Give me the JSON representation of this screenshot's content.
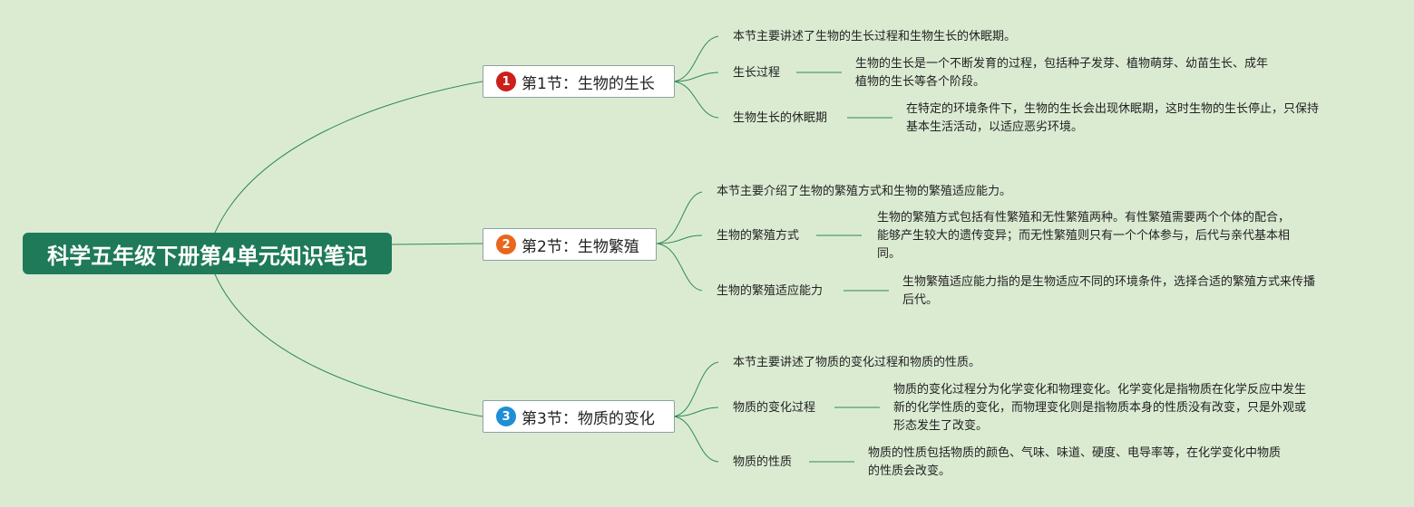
{
  "root": {
    "title": "科学五年级下册第4单元知识笔记"
  },
  "sections": [
    {
      "number": "1",
      "badge_color": "#cc1f1a",
      "title": "第1节：生物的生长",
      "summary": "本节主要讲述了生物的生长过程和生物生长的休眠期。",
      "topics": [
        {
          "label": "生长过程",
          "detail": [
            "生物的生长是一个不断发育的过程，包括种子发芽、植物萌芽、幼苗生长、成年",
            "植物的生长等各个阶段。"
          ]
        },
        {
          "label": "生物生长的休眠期",
          "detail": [
            "在特定的环境条件下，生物的生长会出现休眠期，这时生物的生长停止，只保持",
            "基本生活活动，以适应恶劣环境。"
          ]
        }
      ]
    },
    {
      "number": "2",
      "badge_color": "#e8671c",
      "title": "第2节：生物繁殖",
      "summary": "本节主要介绍了生物的繁殖方式和生物的繁殖适应能力。",
      "topics": [
        {
          "label": "生物的繁殖方式",
          "detail": [
            "生物的繁殖方式包括有性繁殖和无性繁殖两种。有性繁殖需要两个个体的配合，",
            "能够产生较大的遗传变异；而无性繁殖则只有一个个体参与，后代与亲代基本相",
            "同。"
          ]
        },
        {
          "label": "生物的繁殖适应能力",
          "detail": [
            "生物繁殖适应能力指的是生物适应不同的环境条件，选择合适的繁殖方式来传播",
            "后代。"
          ]
        }
      ]
    },
    {
      "number": "3",
      "badge_color": "#1e8fd6",
      "title": "第3节：物质的变化",
      "summary": "本节主要讲述了物质的变化过程和物质的性质。",
      "topics": [
        {
          "label": "物质的变化过程",
          "detail": [
            "物质的变化过程分为化学变化和物理变化。化学变化是指物质在化学反应中发生",
            "新的化学性质的变化，而物理变化则是指物质本身的性质没有改变，只是外观或",
            "形态发生了改变。"
          ]
        },
        {
          "label": "物质的性质",
          "detail": [
            "物质的性质包括物质的颜色、气味、味道、硬度、电导率等，在化学变化中物质",
            "的性质会改变。"
          ]
        }
      ]
    }
  ]
}
